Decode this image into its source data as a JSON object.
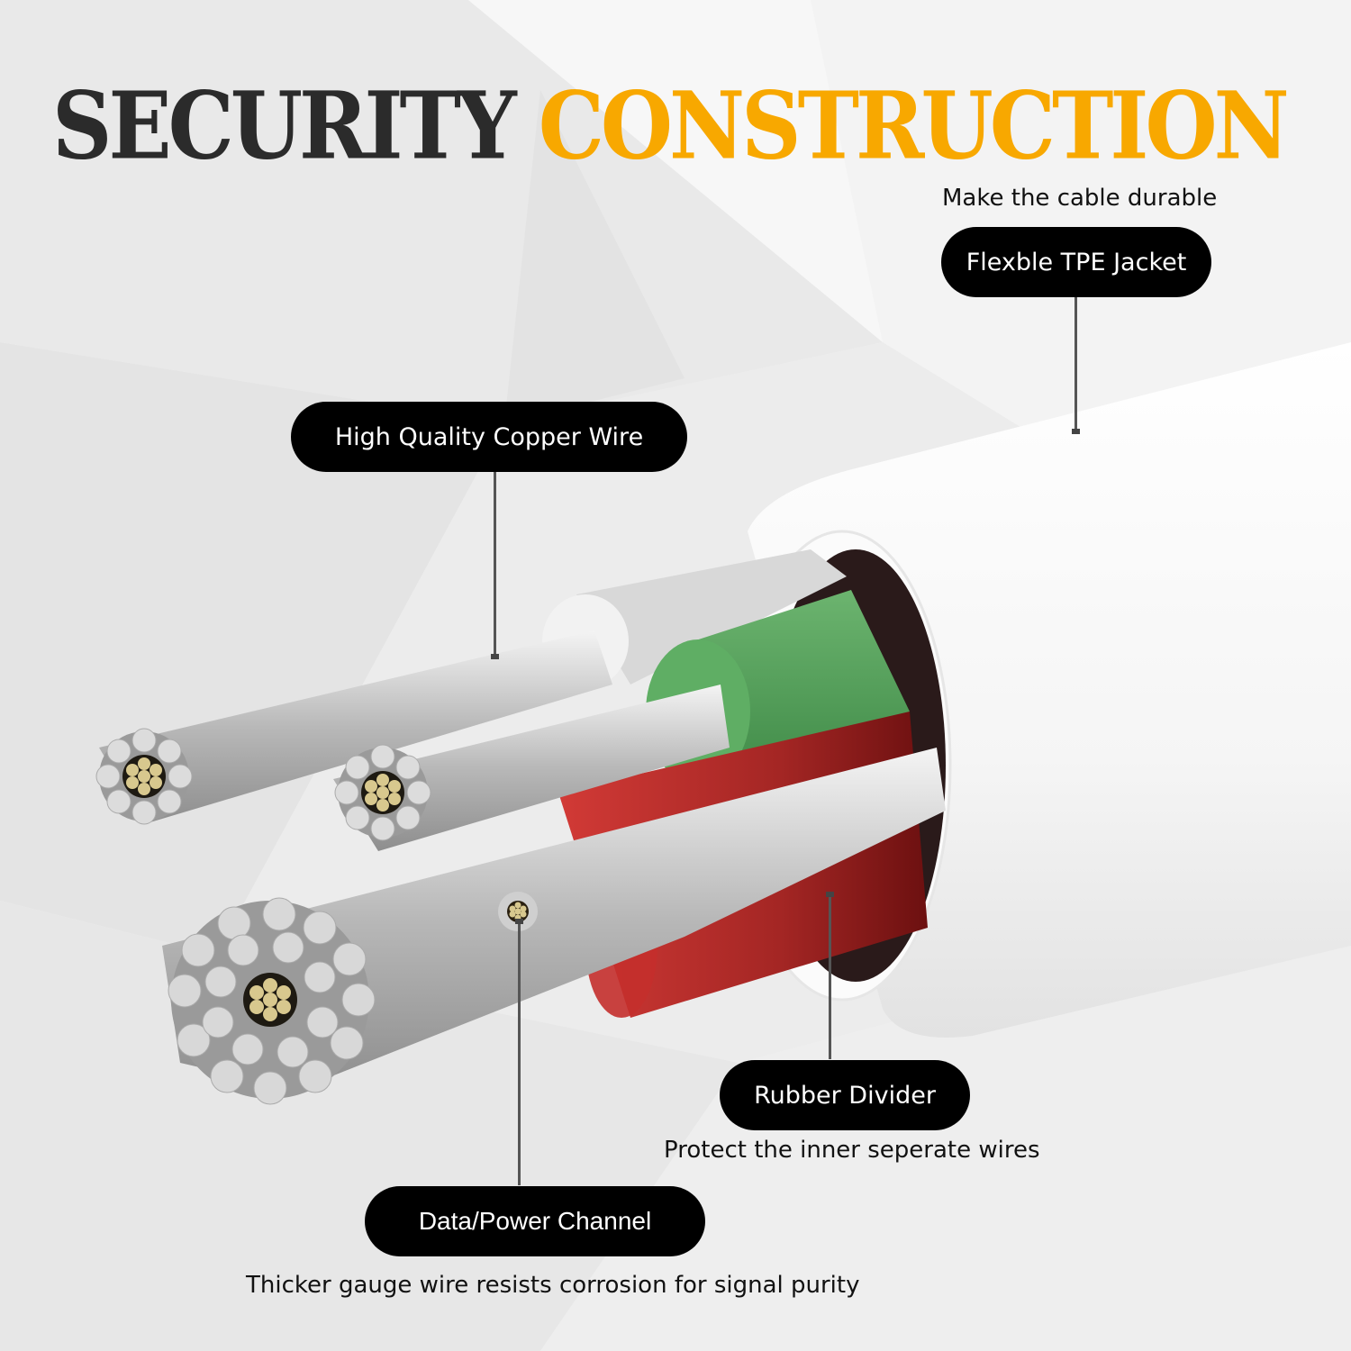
{
  "title": {
    "word1": "SECURITY",
    "word2": "CONSTRUCTION",
    "colors": {
      "word1": "#2b2b2b",
      "word2": "#f8a800"
    }
  },
  "callouts": [
    {
      "id": "jacket",
      "label": "Flexble TPE Jacket",
      "caption": "Make the cable durable"
    },
    {
      "id": "copper",
      "label": "High Quality Copper Wire",
      "caption": ""
    },
    {
      "id": "divider",
      "label": "Rubber Divider",
      "caption": "Protect the inner seperate wires"
    },
    {
      "id": "channel",
      "label": "Data/Power Channel",
      "caption": "Thicker gauge wire resists corrosion for signal purity"
    }
  ],
  "illustration": {
    "subject": "cable-cross-section",
    "components": [
      "white-tpe-jacket",
      "grey-insulator",
      "green-insulator",
      "red-insulator",
      "tinned-copper-strands"
    ],
    "colors": {
      "jacket": "#fafafa",
      "grey": "#d6d6d6",
      "green": "#5aa760",
      "red": "#b02a28",
      "strand": "#c9c9c9",
      "core": "#d8c88e",
      "pill": "#000000"
    }
  }
}
